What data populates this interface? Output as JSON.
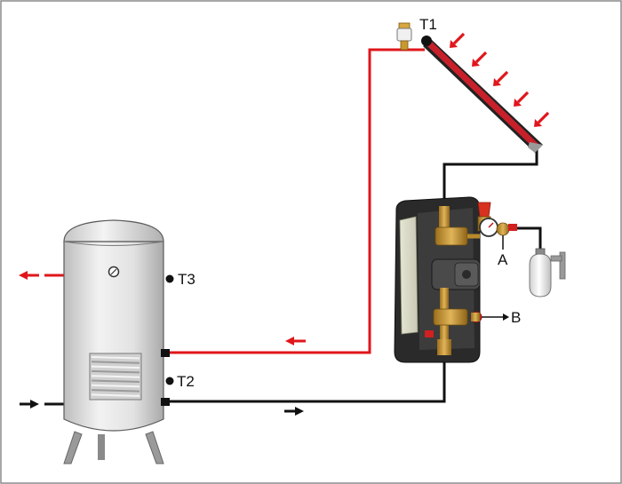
{
  "labels": {
    "t1": "T1",
    "t2": "T2",
    "t3": "T3",
    "a": "A",
    "b": "B"
  },
  "colors": {
    "hot_pipe": "#e0161b",
    "cold_pipe": "#111111",
    "frame": "#8a8a8a",
    "tank_body": "#e4e4e4",
    "collector_glass": "#c8202a",
    "module_insulation": "#2a2a2a",
    "brass": "#c8962e"
  },
  "icons": {
    "sun_rays": "red-arrow-icon",
    "flow_out": "arrow-left-icon",
    "flow_in": "arrow-right-icon",
    "pressure_gauge": "gauge-icon",
    "expansion_vessel": "expansion-vessel-icon",
    "air_vent": "air-vent-icon"
  }
}
